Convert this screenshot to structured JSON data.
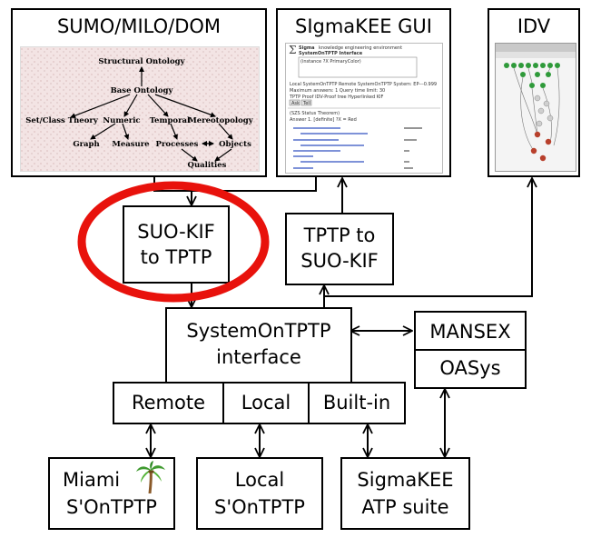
{
  "panels": {
    "sumo": {
      "title": "SUMO/MILO/DOM",
      "ontology": {
        "structural": "Structural Ontology",
        "base": "Base Ontology",
        "set_class": "Set/Class Theory",
        "numeric": "Numeric",
        "temporal": "Temporal",
        "mereotopology": "Mereotopology",
        "graph": "Graph",
        "measure": "Measure",
        "processes": "Processes",
        "objects": "Objects",
        "qualities": "Qualities"
      }
    },
    "sigma_gui": {
      "title": "SIgmaKEE GUI",
      "sigma_name": "Sigma",
      "tagline": "knowledge engineering environment",
      "interface": "SystemOnTPTP Interface",
      "query_text": "(instance ?X PrimaryColor)",
      "options_line": "Local SystemOnTPTP  Remote SystemOnTPTP  System: EP---0.999",
      "answers_line": "Maximum answers: 1   Query time limit: 30",
      "proof_line": "TPTP Proof  IDV-Proof tree  Hyperlinked KIF",
      "btn1": "Ask",
      "btn2": "Tell",
      "status_line": "(SZS Status Theorem)",
      "answer_line": "Answer 1. [definite] ?X = Red"
    },
    "idv": {
      "title": "IDV"
    }
  },
  "boxes": {
    "suo_to_tptp": {
      "line1": "SUO-KIF",
      "line2": "to TPTP"
    },
    "tptp_to_suo": {
      "line1": "TPTP to",
      "line2": "SUO-KIF"
    },
    "interface": {
      "line1": "SystemOnTPTP",
      "line2": "interface"
    },
    "mansex": "MANSEX",
    "oasys": "OASys",
    "remote": "Remote",
    "local": "Local",
    "builtin": "Built-in",
    "miami": {
      "line1": "Miami",
      "line2": "S'OnTPTP"
    },
    "local_sontptp": {
      "line1": "Local",
      "line2": "S'OnTPTP"
    },
    "sigma_atp": {
      "line1": "SigmaKEE",
      "line2": "ATP suite"
    }
  },
  "colors": {
    "highlight_ellipse": "#e8120c",
    "ontology_bg": "#f3e4e4",
    "proof_node_green": "#2f9a3a",
    "proof_node_red": "#b8402c"
  },
  "icons": {
    "palm": "palm-tree-icon"
  }
}
